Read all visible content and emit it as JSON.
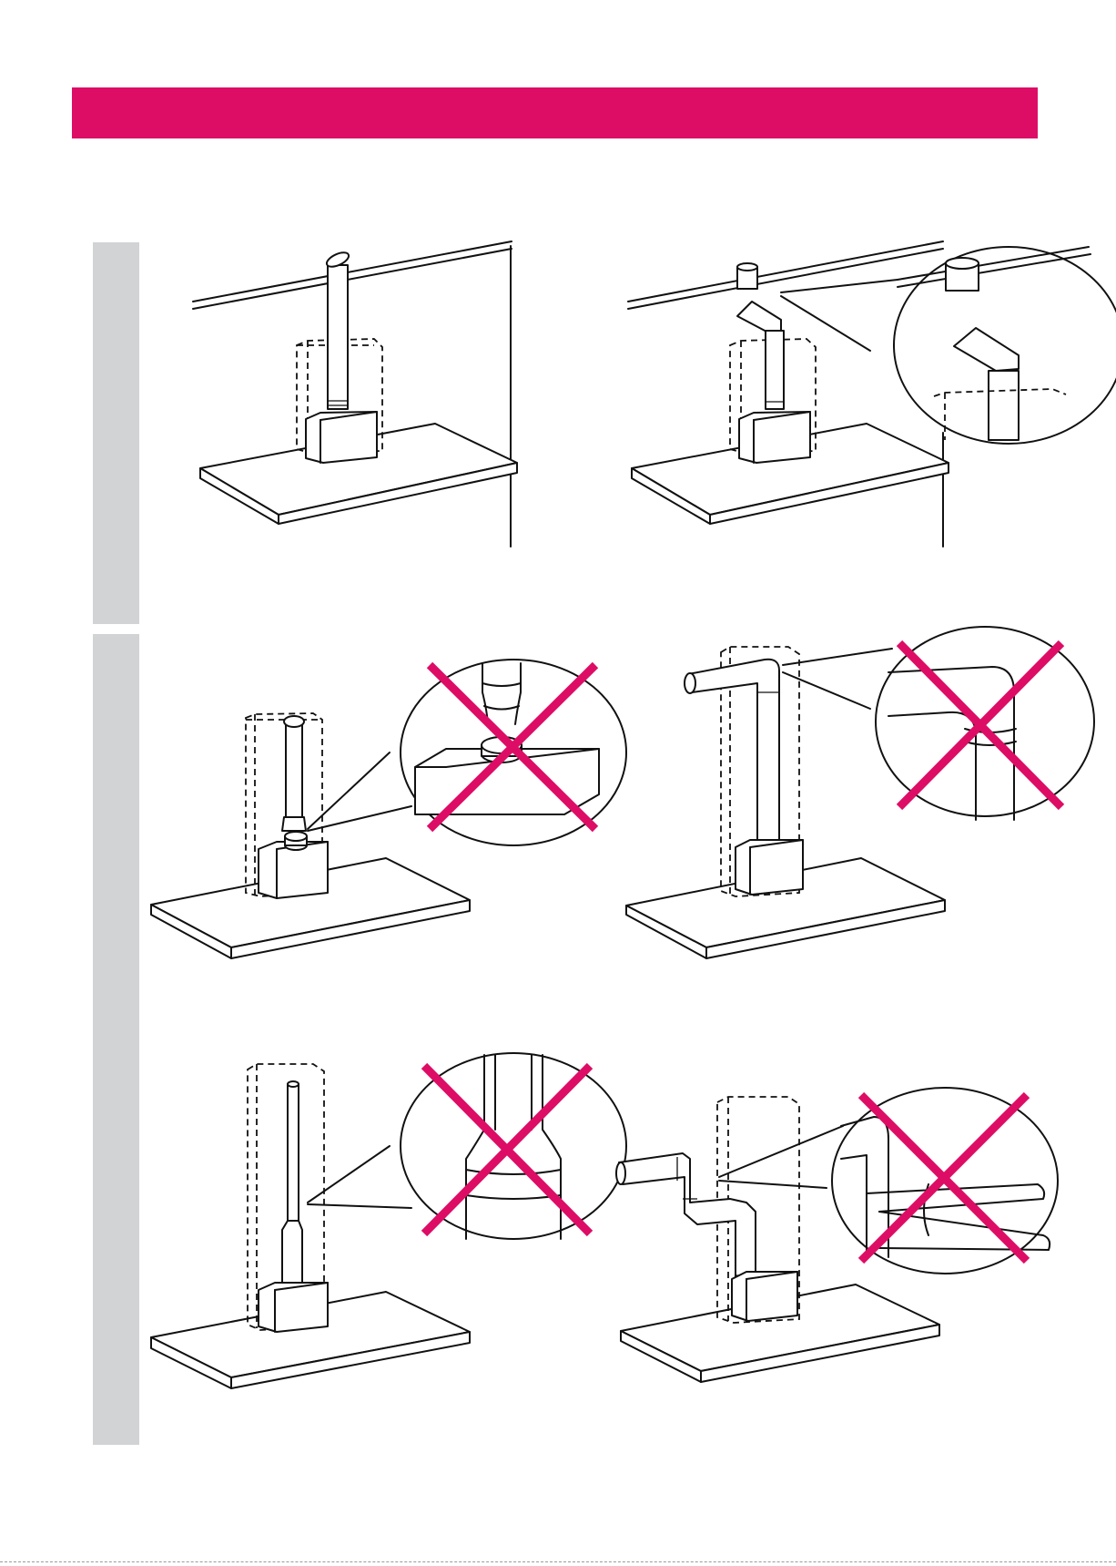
{
  "header": {
    "color": "#dd0d66"
  },
  "side_tabs": {
    "color": "#d1d3d4",
    "count": 2
  },
  "cross_color": "#dd0d66",
  "figures": [
    {
      "id": "fig-1",
      "content": "duct-straight-up-to-ceiling"
    },
    {
      "id": "fig-2",
      "content": "duct-with-bend-detail"
    },
    {
      "id": "fig-3",
      "content": "duct-not-connected-crossed"
    },
    {
      "id": "fig-4",
      "content": "duct-sharp-bend-crossed"
    },
    {
      "id": "fig-5",
      "content": "duct-constricted-crossed"
    },
    {
      "id": "fig-6",
      "content": "duct-multiple-bends-crossed"
    }
  ]
}
